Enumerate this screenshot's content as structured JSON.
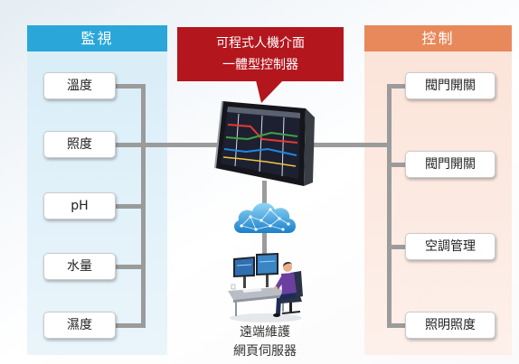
{
  "left_panel": {
    "title": "監視",
    "items": [
      "溫度",
      "照度",
      "pH",
      "水量",
      "濕度"
    ]
  },
  "right_panel": {
    "title": "控制",
    "items": [
      "閥門開關",
      "閥門開關",
      "空調管理",
      "照明照度"
    ]
  },
  "callout": {
    "lines": [
      "可程式人機介面",
      "一體型控制器"
    ]
  },
  "remote": {
    "lines": [
      "遠端維護",
      "網頁伺服器"
    ]
  },
  "icons": {
    "controller": "hmi-controller-icon",
    "cloud": "cloud-network-icon",
    "workstation": "remote-workstation-icon"
  },
  "colors": {
    "monitor_header": "#2aa7d8",
    "monitor_panel": "#d8edf8",
    "control_header": "#e8895b",
    "control_panel": "#fbe3d8",
    "callout": "#b3161d",
    "connector": "#9b9b9b"
  }
}
